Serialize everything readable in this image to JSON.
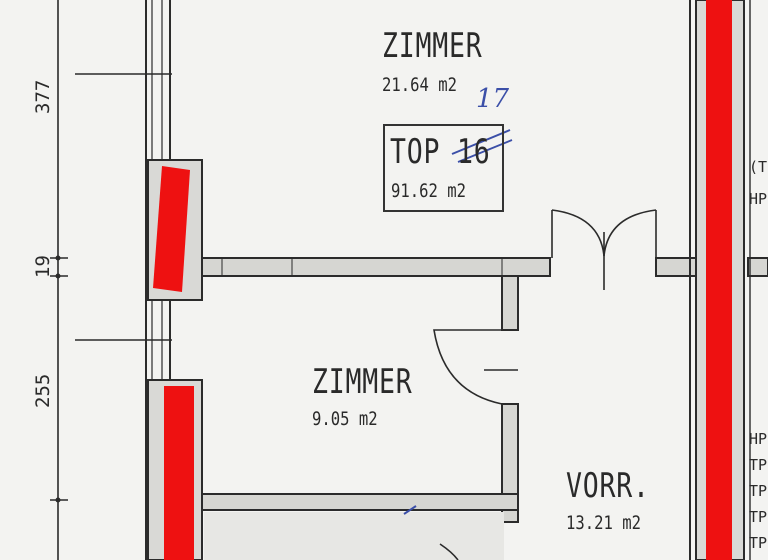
{
  "rooms": [
    {
      "name": "ZIMMER",
      "area": "21.64 m2"
    },
    {
      "name": "ZIMMER",
      "area": "9.05 m2"
    },
    {
      "name": "VORR.",
      "area": "13.21 m2"
    }
  ],
  "unit": {
    "label": "TOP 16",
    "area": "91.62 m2",
    "handwritten_correction": "17"
  },
  "dimensions": [
    "377",
    "19",
    "255"
  ],
  "side_labels": [
    "(TI",
    "HP",
    "HP",
    "TP",
    "TP",
    "TP",
    "TP"
  ],
  "colors": {
    "wall_fill": "#ee1111",
    "line": "#2b2b2b",
    "pen": "#3b4fa8",
    "paper": "#f3f3f1"
  }
}
